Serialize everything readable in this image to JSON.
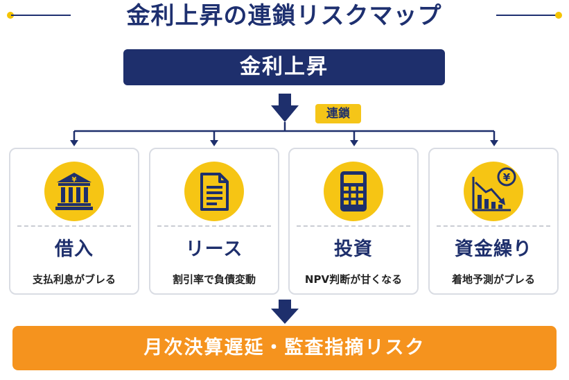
{
  "title": "金利上昇の連鎖リスクマップ",
  "top_box": "金利上昇",
  "chain_label": "連鎖",
  "cards": [
    {
      "title": "借入",
      "desc": "支払利息がブレる",
      "icon": "bank-yen-icon"
    },
    {
      "title": "リース",
      "desc": "割引率で負債変動",
      "icon": "document-icon"
    },
    {
      "title": "投資",
      "desc": "NPV判断が甘くなる",
      "icon": "calculator-icon"
    },
    {
      "title": "資金繰り",
      "desc": "着地予測がブレる",
      "icon": "falling-chart-yen-icon"
    }
  ],
  "bottom_box": "月次決算遅延・監査指摘リスク",
  "colors": {
    "navy": "#1e2f6c",
    "yellow": "#f5c518",
    "orange": "#f5931e"
  }
}
